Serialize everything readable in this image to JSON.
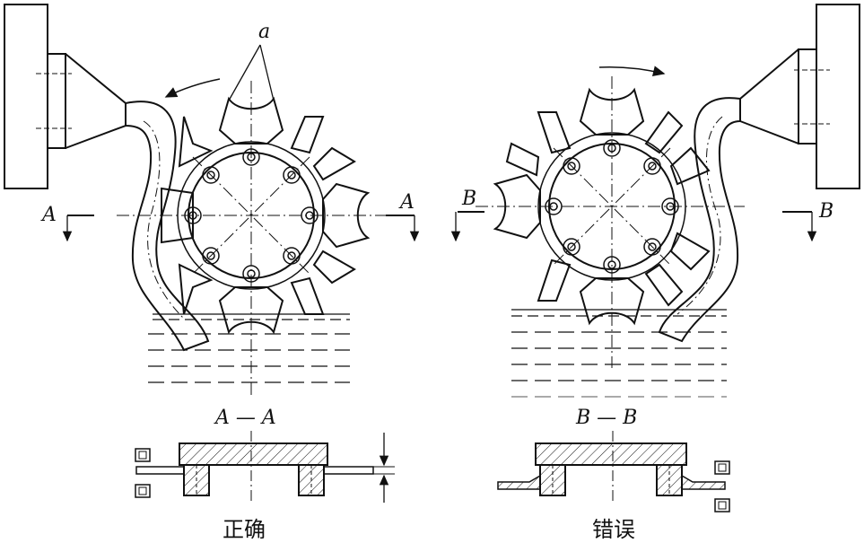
{
  "labels": {
    "a": "a",
    "A_left": "A",
    "A_right": "A",
    "B_left": "B",
    "B_right": "B",
    "section_A": "A — A",
    "section_B": "B — B"
  },
  "captions": {
    "correct": "正确",
    "wrong": "错误"
  }
}
